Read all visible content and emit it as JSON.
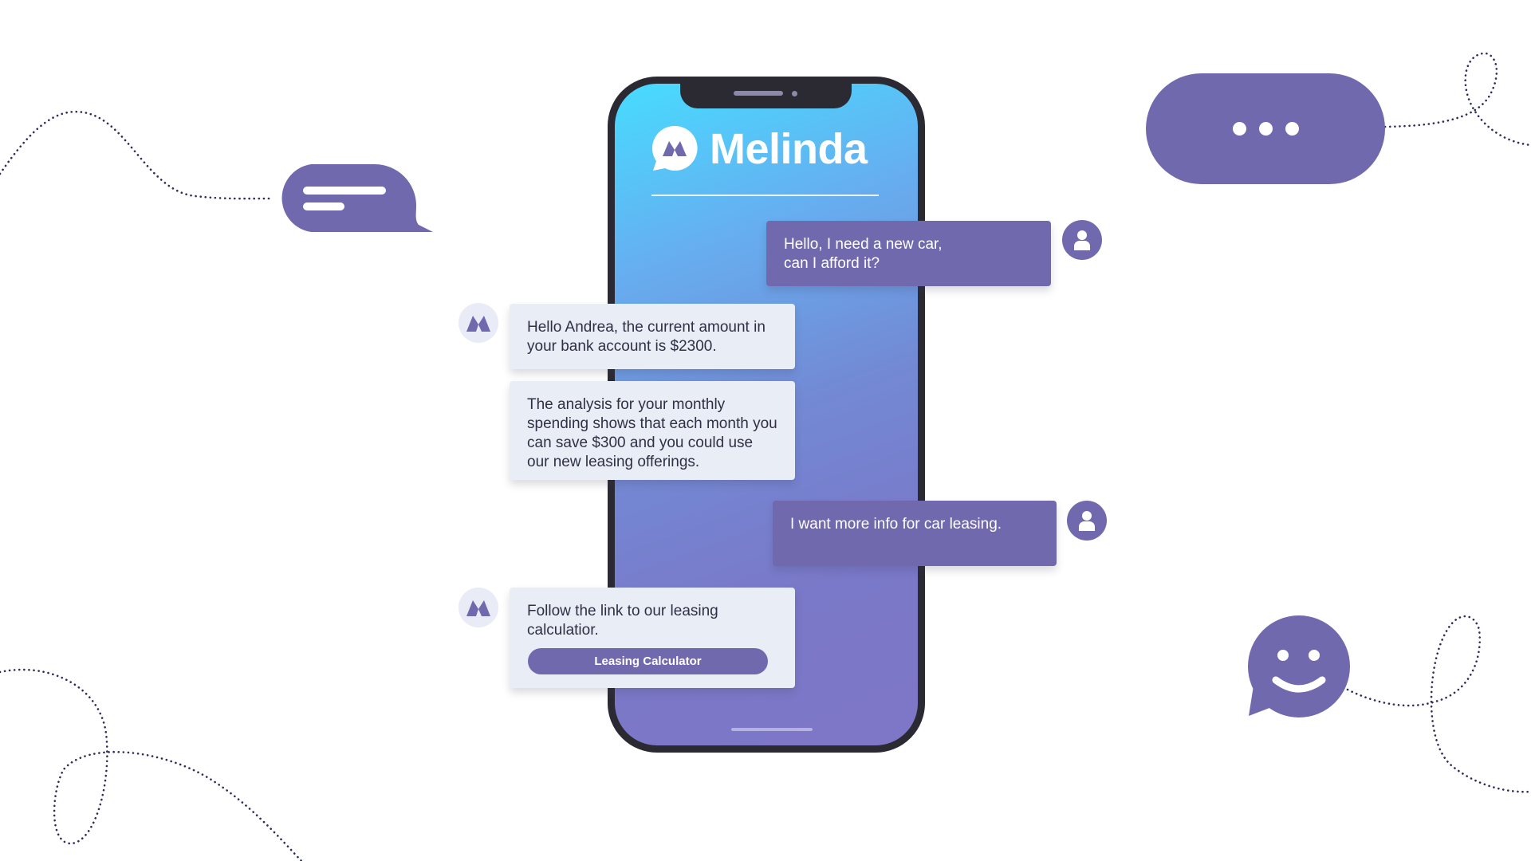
{
  "app": {
    "name": "Melinda"
  },
  "colors": {
    "accent": "#7169ae",
    "bot_bubble": "#e9edf5",
    "phone_frame": "#2b2a33"
  },
  "messages": [
    {
      "sender": "user",
      "text_lines": [
        "Hello, I need a new car,",
        "can I afford it?"
      ]
    },
    {
      "sender": "bot",
      "text": "Hello Andrea, the current amount in your bank account is $2300."
    },
    {
      "sender": "bot",
      "text": "The analysis for your monthly spending shows that each month you can save $300 and you could use our new leasing offerings."
    },
    {
      "sender": "user",
      "text": "I want more info for car leasing."
    },
    {
      "sender": "bot",
      "text": "Follow the link to our leasing calculatior.",
      "button_label": "Leasing Calculator"
    }
  ],
  "icons": {
    "bot_avatar": "melinda-logo-icon",
    "user_avatar": "user-icon",
    "typing": "ellipsis-icon",
    "smiley": "smiley-chat-icon",
    "text_bubble": "text-chat-icon"
  }
}
